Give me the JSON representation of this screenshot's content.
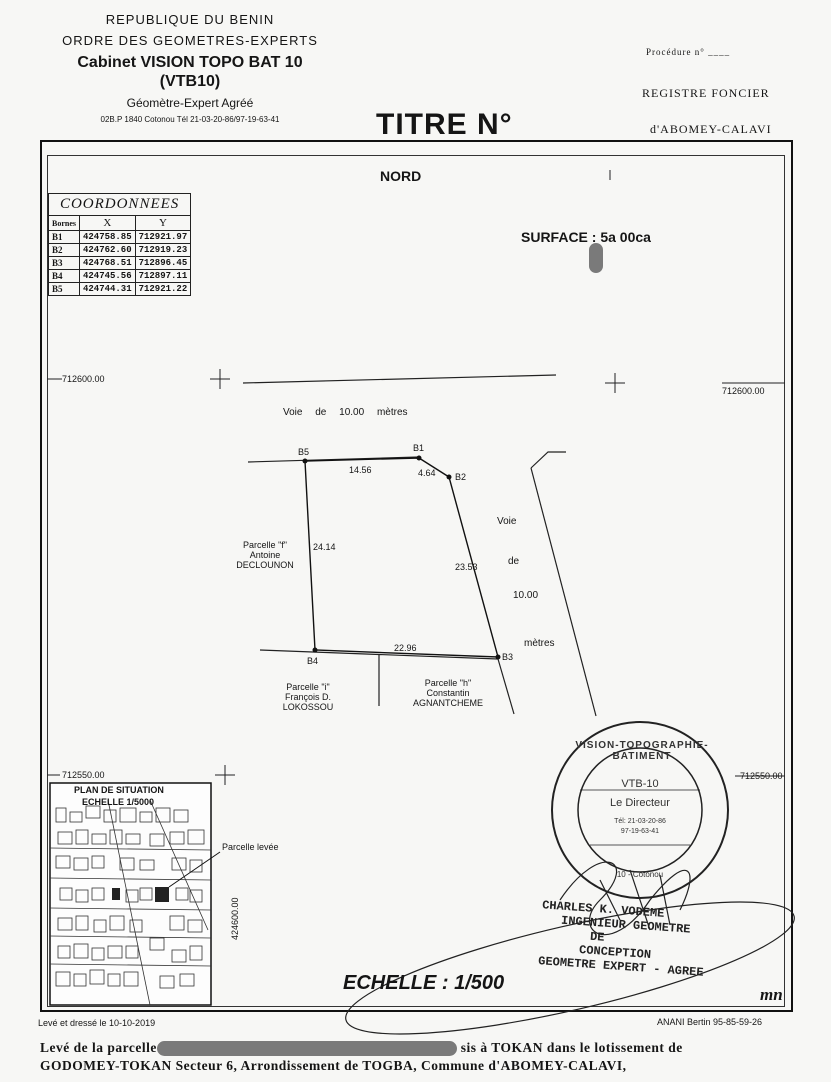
{
  "header": {
    "line1": "REPUBLIQUE DU BENIN",
    "line2": "ORDRE DES GEOMETRES-EXPERTS",
    "cabinet": "Cabinet VISION TOPO BAT 10",
    "cabinet_code": "(VTB10)",
    "profession": "Géomètre-Expert Agréé",
    "address": "02B.P 1840 Cotonou Tél 21-03-20-86/97-19-63-41",
    "titre": "TITRE N°",
    "procedure": "Procédure n°",
    "registre": "REGISTRE FONCIER",
    "registre_city": "d'ABOMEY-CALAVI"
  },
  "plan": {
    "north": "NORD",
    "surface_label": "SURFACE : 5a 00ca",
    "coords": {
      "title": "COORDONNEES",
      "col_borne": "Bornes",
      "col_x": "X",
      "col_y": "Y",
      "rows": [
        {
          "borne": "B1",
          "x": "424758.85",
          "y": "712921.97"
        },
        {
          "borne": "B2",
          "x": "424762.60",
          "y": "712919.23"
        },
        {
          "borne": "B3",
          "x": "424768.51",
          "y": "712896.45"
        },
        {
          "borne": "B4",
          "x": "424745.56",
          "y": "712897.11"
        },
        {
          "borne": "B5",
          "x": "424744.31",
          "y": "712921.22"
        }
      ]
    },
    "grid": {
      "y_top_left": "712600.00",
      "y_top_right": "712600.00",
      "y_bottom_left": "712550.00",
      "y_bottom_right": "712550.00",
      "x_bottom": "424600.00"
    },
    "road_top": "Voie de 10.00 mètres",
    "road_right_1": "Voie",
    "road_right_2": "de",
    "road_right_3": "10.00",
    "road_right_4": "mètres",
    "bornes": {
      "b1": "B1",
      "b2": "B2",
      "b3": "B3",
      "b4": "B4",
      "b5": "B5"
    },
    "distances": {
      "b5_b1": "14.56",
      "b1_b2": "4.64",
      "b2_b3": "23.53",
      "b4_b3": "22.96",
      "b5_b4": "24.14"
    },
    "parcel_f": {
      "name": "Parcelle \"f\"",
      "owner1": "Antoine",
      "owner2": "DECLOUNON"
    },
    "parcel_i": {
      "name": "Parcelle \"i\"",
      "owner1": "François D.",
      "owner2": "LOKOSSOU"
    },
    "parcel_h": {
      "name": "Parcelle \"h\"",
      "owner1": "Constantin",
      "owner2": "AGNANTCHEME"
    },
    "situation_title": "PLAN DE SITUATION",
    "situation_scale": "ECHELLE 1/5000",
    "parcel_levee": "Parcelle levée",
    "echelle": "ECHELLE : 1/500",
    "stamp": {
      "ring_top": "VISION-TOPOGRAPHIE-BATIMENT",
      "ring_bottom": "10 - Cotonou",
      "code": "VTB-10",
      "role": "Le Directeur",
      "tel1": "Tél: 21-03-20-86",
      "tel2": "97-19-63-41"
    },
    "signature": {
      "name": "CHARLES K. VODEME",
      "line2": "INGENIEUR GEOMETRE",
      "line3": "DE",
      "line4": "CONCEPTION",
      "line5": "GEOMETRE EXPERT - AGREE"
    },
    "initials": "mn"
  },
  "footer": {
    "date": "Levé et dressé le 10-10-2019",
    "operator": "ANANI Bertin 95-85-59-26",
    "desc1_a": "Levé de la parcelle",
    "desc1_b": "sis à TOKAN dans le lotissement de",
    "desc2": "GODOMEY-TOKAN Secteur 6, Arrondissement de TOGBA, Commune d'ABOMEY-CALAVI,"
  }
}
